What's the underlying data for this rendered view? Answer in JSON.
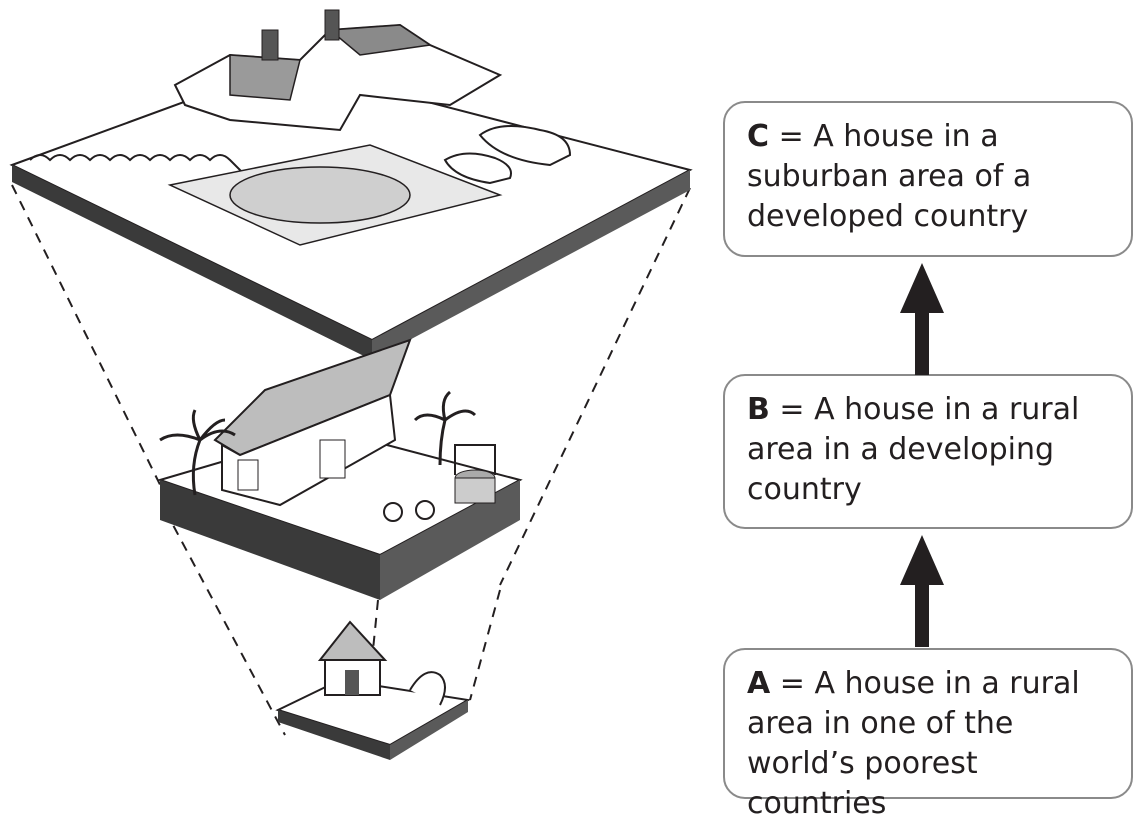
{
  "levels": [
    {
      "letter": "C",
      "equals": " = ",
      "text": "A house in a suburban area of a developed country"
    },
    {
      "letter": "B",
      "equals": " = ",
      "text": "A house in a rural area in a developing country"
    },
    {
      "letter": "A",
      "equals": " = ",
      "text": "A house in a rural area in one of the world’s poorest countries"
    }
  ],
  "colors": {
    "ink": "#231f20",
    "box_border": "#8a8a8a",
    "arrow": "#231f20"
  },
  "icons": [
    "suburban-house-scene",
    "rural-house-scene",
    "hut-scene",
    "up-arrow-icon"
  ]
}
